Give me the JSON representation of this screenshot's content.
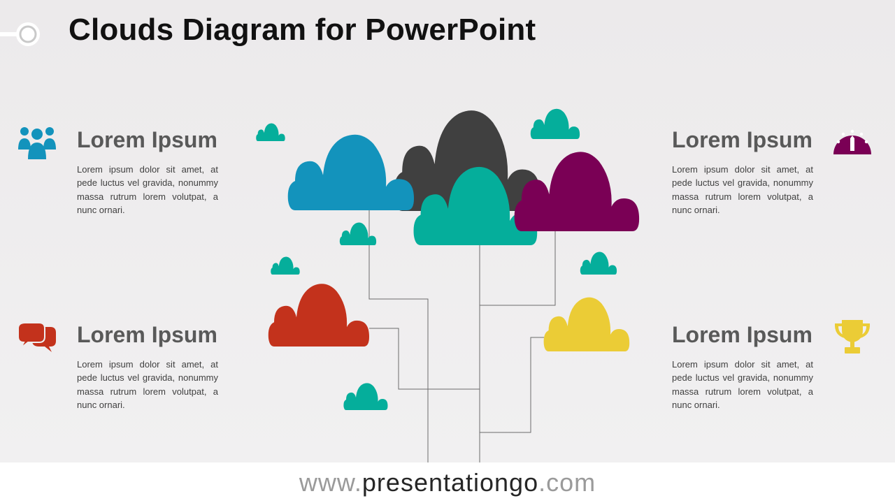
{
  "title": "Clouds Diagram for PowerPoint",
  "colors": {
    "blue": "#1393bc",
    "dark": "#404040",
    "teal": "#05ae9b",
    "purple": "#7a0055",
    "red": "#c3321c",
    "yellow": "#ebcc36"
  },
  "blocks": [
    {
      "heading": "Lorem Ipsum",
      "body": "Lorem ipsum dolor sit amet, at pede luctus vel gravida, nonummy massa rutrum lorem volutpat, a nunc ornari.",
      "icon": "users-icon"
    },
    {
      "heading": "Lorem Ipsum",
      "body": "Lorem ipsum dolor sit amet, at pede luctus vel gravida, nonummy massa rutrum lorem volutpat, a nunc ornari.",
      "icon": "speech-bubbles-icon"
    },
    {
      "heading": "Lorem Ipsum",
      "body": "Lorem ipsum dolor sit amet, at pede luctus vel gravida, nonummy massa rutrum lorem volutpat, a nunc ornari.",
      "icon": "speedometer-icon"
    },
    {
      "heading": "Lorem Ipsum",
      "body": "Lorem ipsum dolor sit amet, at pede luctus vel gravida, nonummy massa rutrum lorem volutpat, a nunc ornari.",
      "icon": "trophy-icon"
    }
  ],
  "footer": {
    "prefix": "www.",
    "brand": "presentationgo",
    "suffix": ".com"
  }
}
